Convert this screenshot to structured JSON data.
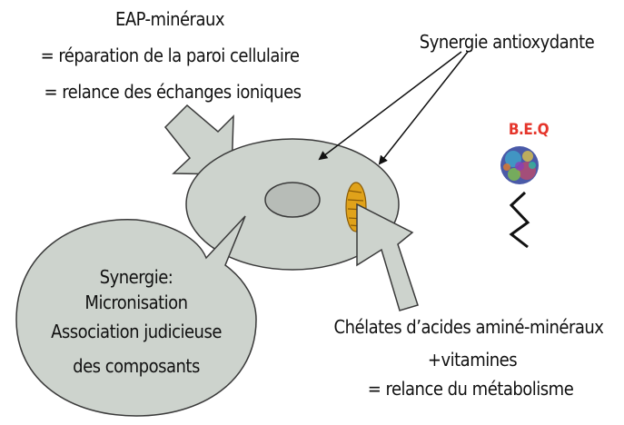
{
  "labels": {
    "eap_title": "EAP-minéraux",
    "eap_line2": "= réparation de la paroi cellulaire",
    "eap_line3": "= relance des échanges ioniques",
    "synergie_antioxydante": "Synergie antioxydante",
    "beq": "B.E.Q",
    "bubble_line1": "Synergie:",
    "bubble_line2": "Micronisation",
    "bubble_line3": "Association judicieuse",
    "bubble_line4": "des composants",
    "chelates_line1": "Chélates d’acides aminé-minéraux",
    "chelates_line2": "+vitamines",
    "chelates_line3": "= relance du métabolisme"
  },
  "colors": {
    "cell_fill": "#cdd3cd",
    "outline": "#3a3a3a",
    "mitochondria_fill": "#e0a21a",
    "beq_text": "#e5352b"
  },
  "icons": {
    "cell": "cell-ellipse",
    "nucleus": "nucleus-ellipse",
    "mitochondria": "mitochondria-icon",
    "beq_image": "beq-particle-icon",
    "zigzag": "lightning-zigzag-icon"
  }
}
